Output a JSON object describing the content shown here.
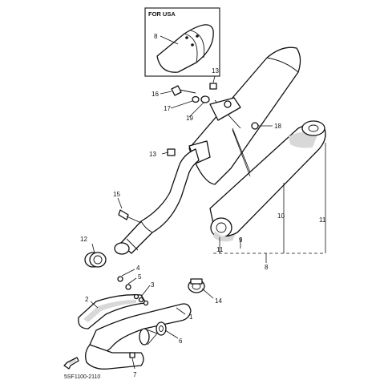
{
  "inset": {
    "title": "FOR USA"
  },
  "labels": {
    "l1": "1",
    "l2": "2",
    "l3": "3",
    "l4": "4",
    "l5": "5",
    "l6": "6",
    "l7": "7",
    "l8_inset": "8",
    "l8": "8",
    "l9": "9",
    "l10": "10",
    "l11_left": "11",
    "l11_right": "11",
    "l12": "12",
    "l13_top": "13",
    "l13_mid": "13",
    "l14": "14",
    "l15": "15",
    "l16": "16",
    "l17": "17",
    "l18": "18",
    "l19": "19"
  },
  "diagram_code": "5SF1100-2110"
}
